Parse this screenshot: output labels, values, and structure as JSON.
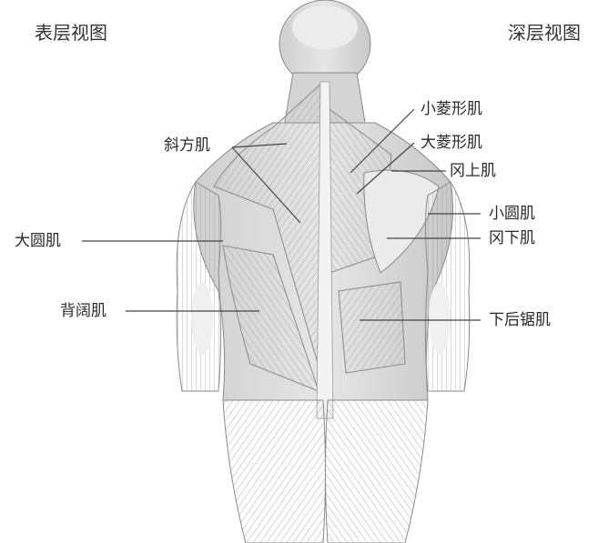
{
  "headers": {
    "surface": "表层视图",
    "deep": "深层视图"
  },
  "labels": {
    "trapezius": "斜方肌",
    "rhomboid_minor": "小菱形肌",
    "rhomboid_major": "大菱形肌",
    "supraspinatus": "冈上肌",
    "teres_minor": "小圆肌",
    "infraspinatus": "冈下肌",
    "teres_major": "大圆肌",
    "latissimus_dorsi": "背阔肌",
    "serratus_posterior_inferior": "下后锯肌"
  },
  "colors": {
    "line": "#444444",
    "muscle_fill": "#d9d9d9",
    "muscle_stroke": "#8a8a8a",
    "highlight": "#f1f1f1"
  }
}
